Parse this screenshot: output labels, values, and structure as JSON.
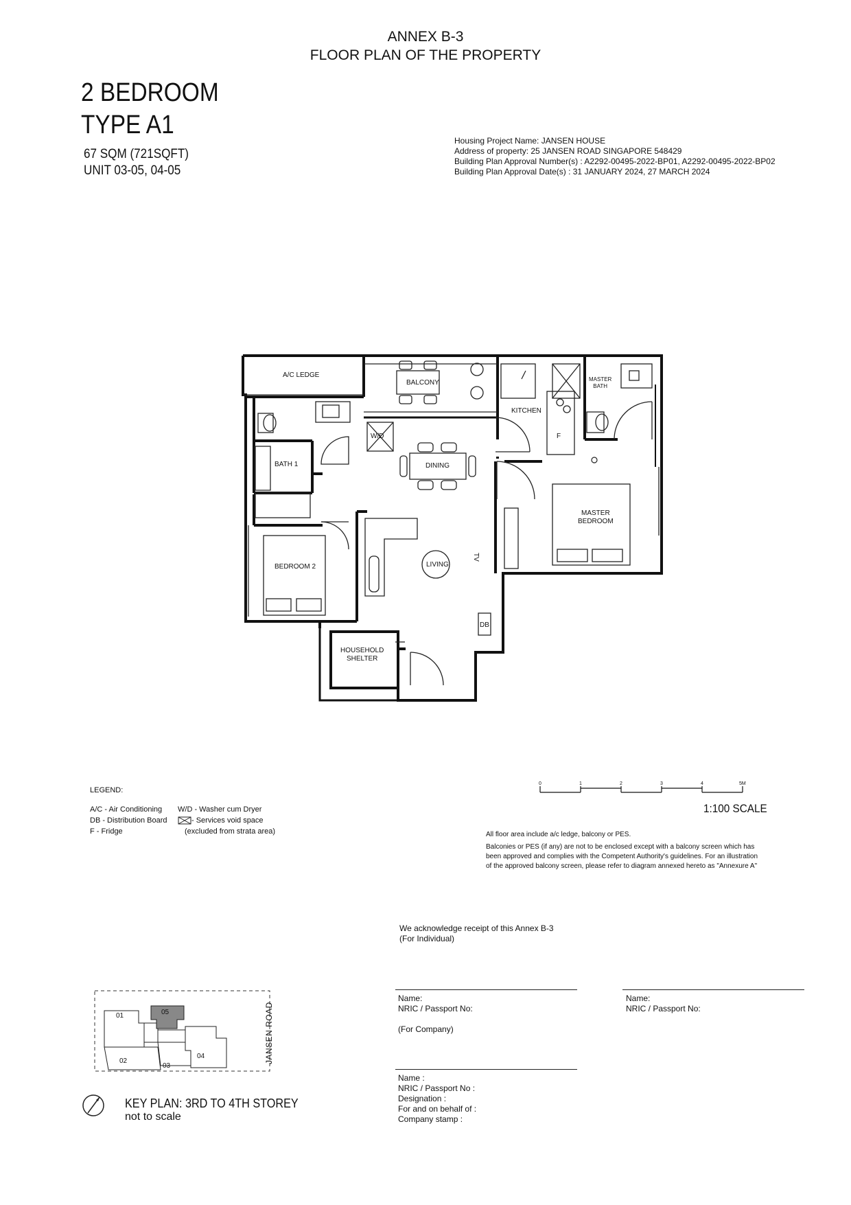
{
  "header": {
    "annex": "ANNEX B-3",
    "subtitle": "FLOOR PLAN OF THE PROPERTY"
  },
  "unit": {
    "bedrooms": "2 BEDROOM",
    "type": "TYPE A1",
    "area": "67 SQM (721SQFT)",
    "units": "UNIT 03-05, 04-05"
  },
  "project": {
    "name": "Housing Project Name: JANSEN HOUSE",
    "address": "Address of property: 25 JANSEN ROAD SINGAPORE 548429",
    "approval_numbers": "Building Plan Approval Number(s) :  A2292-00495-2022-BP01, A2292-00495-2022-BP02",
    "approval_dates": "Building Plan Approval Date(s) : 31 JANUARY 2024, 27 MARCH 2024"
  },
  "rooms": {
    "ac_ledge": "A/C LEDGE",
    "balcony": "BALCONY",
    "kitchen": "KITCHEN",
    "master_bath_1": "MASTER",
    "master_bath_2": "BATH",
    "wd": "W/D",
    "dining": "DINING",
    "bath1": "BATH 1",
    "fridge": "F",
    "master_bedroom_1": "MASTER",
    "master_bedroom_2": "BEDROOM",
    "bedroom2": "BEDROOM 2",
    "living": "LIVING",
    "tv": "TV",
    "db": "DB",
    "shelter_1": "HOUSEHOLD",
    "shelter_2": "SHELTER"
  },
  "legend": {
    "title": "LEGEND:",
    "ac": "A/C - Air Conditioning",
    "db": "DB - Distribution Board",
    "f": "F - Fridge",
    "wd": "W/D - Washer cum Dryer",
    "void": "- Services void space",
    "void_note": "(excluded from strata area)"
  },
  "scale": {
    "ticks": [
      "0",
      "1",
      "2",
      "3",
      "4",
      "5M"
    ],
    "label": "1:100 SCALE"
  },
  "notes": {
    "line1": "All floor area include a/c ledge, balcony or PES.",
    "line2": "Balconies or PES (if any) are not to be enclosed except with a balcony screen which has been approved and complies with the Competent Authority's guidelines. For an illustration of the approved balcony screen, please refer to diagram annexed hereto as \"Annexure A\""
  },
  "ack": {
    "line1": "We acknowledge receipt of this Annex B-3",
    "line2": "(For Individual)"
  },
  "signatures": {
    "name": "Name:",
    "nric": "NRIC / Passport No:",
    "for_company": "(For Company)",
    "c_name": "Name :",
    "c_nric": "NRIC / Passport No :",
    "c_designation": "Designation :",
    "c_behalf": "For and on behalf of :",
    "c_stamp": "Company stamp :"
  },
  "keyplan": {
    "units": [
      "01",
      "02",
      "03",
      "04",
      "05"
    ],
    "road": "JANSEN ROAD",
    "title": "KEY PLAN: 3RD TO 4TH STOREY",
    "subtitle": "not to scale"
  }
}
